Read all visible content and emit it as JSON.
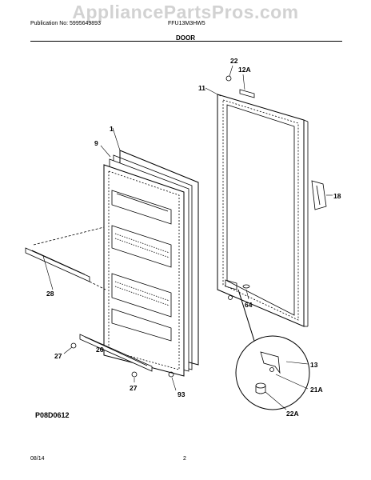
{
  "header": {
    "watermark": "AppliancePartsPros.com",
    "publication": "Publication No: 5995649893",
    "model": "FFU13M3HW5",
    "section_title": "DOOR"
  },
  "callouts": {
    "c22": "22",
    "c12a": "12A",
    "c11": "11",
    "c1": "1",
    "c9": "9",
    "c18": "18",
    "c28": "28",
    "c64": "64",
    "c13": "13",
    "c21a": "21A",
    "c22a": "22A",
    "c27a": "27",
    "c26": "26",
    "c27b": "27",
    "c93": "93"
  },
  "diagram_code": "P08D0612",
  "footer": {
    "date": "08/14",
    "page": "2"
  }
}
